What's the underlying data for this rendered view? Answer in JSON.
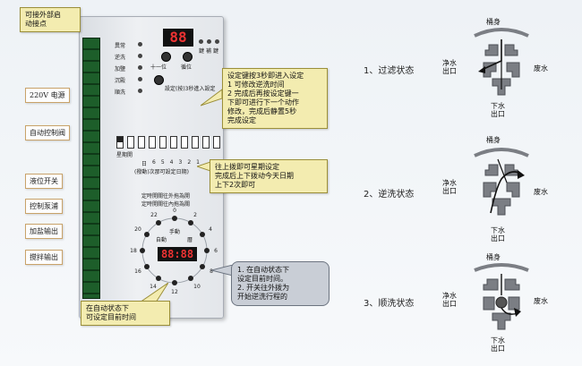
{
  "callouts": {
    "external_contact": "可接外部启\n动接点",
    "setup_instructions": "设定键按3秒即进入设定\n1 可修改逆洗时间\n2 完成后再按设定键一\n下即可进行下一个动作\n修改，完成后静置5秒\n完成设定",
    "dip_instructions": "往上拨即可星期设定\n完成后上下拨动今天日期\n上下2次即可",
    "auto_mode_right": "1. 在自动状态下\n设定目前时间。\n2. 开关往外拨为\n开始逆洗行程的",
    "auto_mode_left": "在自动状态下\n可设定目前时间"
  },
  "left_labels": [
    "220V 电源",
    "自动控制阀",
    "液位开关",
    "控制泵浦",
    "加盐输出",
    "搅拌输出"
  ],
  "panel": {
    "display_top": "88",
    "display_bottom": "88:88",
    "status_labels": [
      "異常",
      "逆洗",
      "加鹽",
      "沉殿",
      "順洗"
    ],
    "right_leds": [
      "鍵",
      "補",
      "鍵"
    ],
    "btn_labels": {
      "up": "十一位",
      "down": "循位",
      "set": "設定(按)3秒進入設定"
    },
    "dip_label_left": "星期",
    "dip_label_mid": "開",
    "dip_numbers": [
      "日",
      "6",
      "5",
      "4",
      "3",
      "2",
      "1"
    ],
    "dip_caption": "(撥動)次那可設定日期)",
    "timer_text_1": "定時開關往外拖為開",
    "timer_text_2": "定時開關往內拖為關",
    "dial_numbers": [
      "0",
      "2",
      "4",
      "6",
      "8",
      "10",
      "12",
      "14",
      "16",
      "18",
      "20",
      "22"
    ],
    "dial_manual": "手動",
    "dial_auto": "自動",
    "dial_day": "曆"
  },
  "states": [
    {
      "index": "1",
      "title": "1、过滤状态"
    },
    {
      "index": "2",
      "title": "2、逆洗状态"
    },
    {
      "index": "3",
      "title": "3、顺洗状态"
    }
  ],
  "valve_labels": {
    "barrel": "桶身",
    "clean_out": "净水\n出口",
    "waste": "废水",
    "drain": "下水\n出口"
  },
  "colors": {
    "valve": "#7b7e84",
    "arrow": "#1a1a1a",
    "tip": "#f3ecb0",
    "terminal": "#1d5e2a",
    "display_red": "#e33333"
  }
}
